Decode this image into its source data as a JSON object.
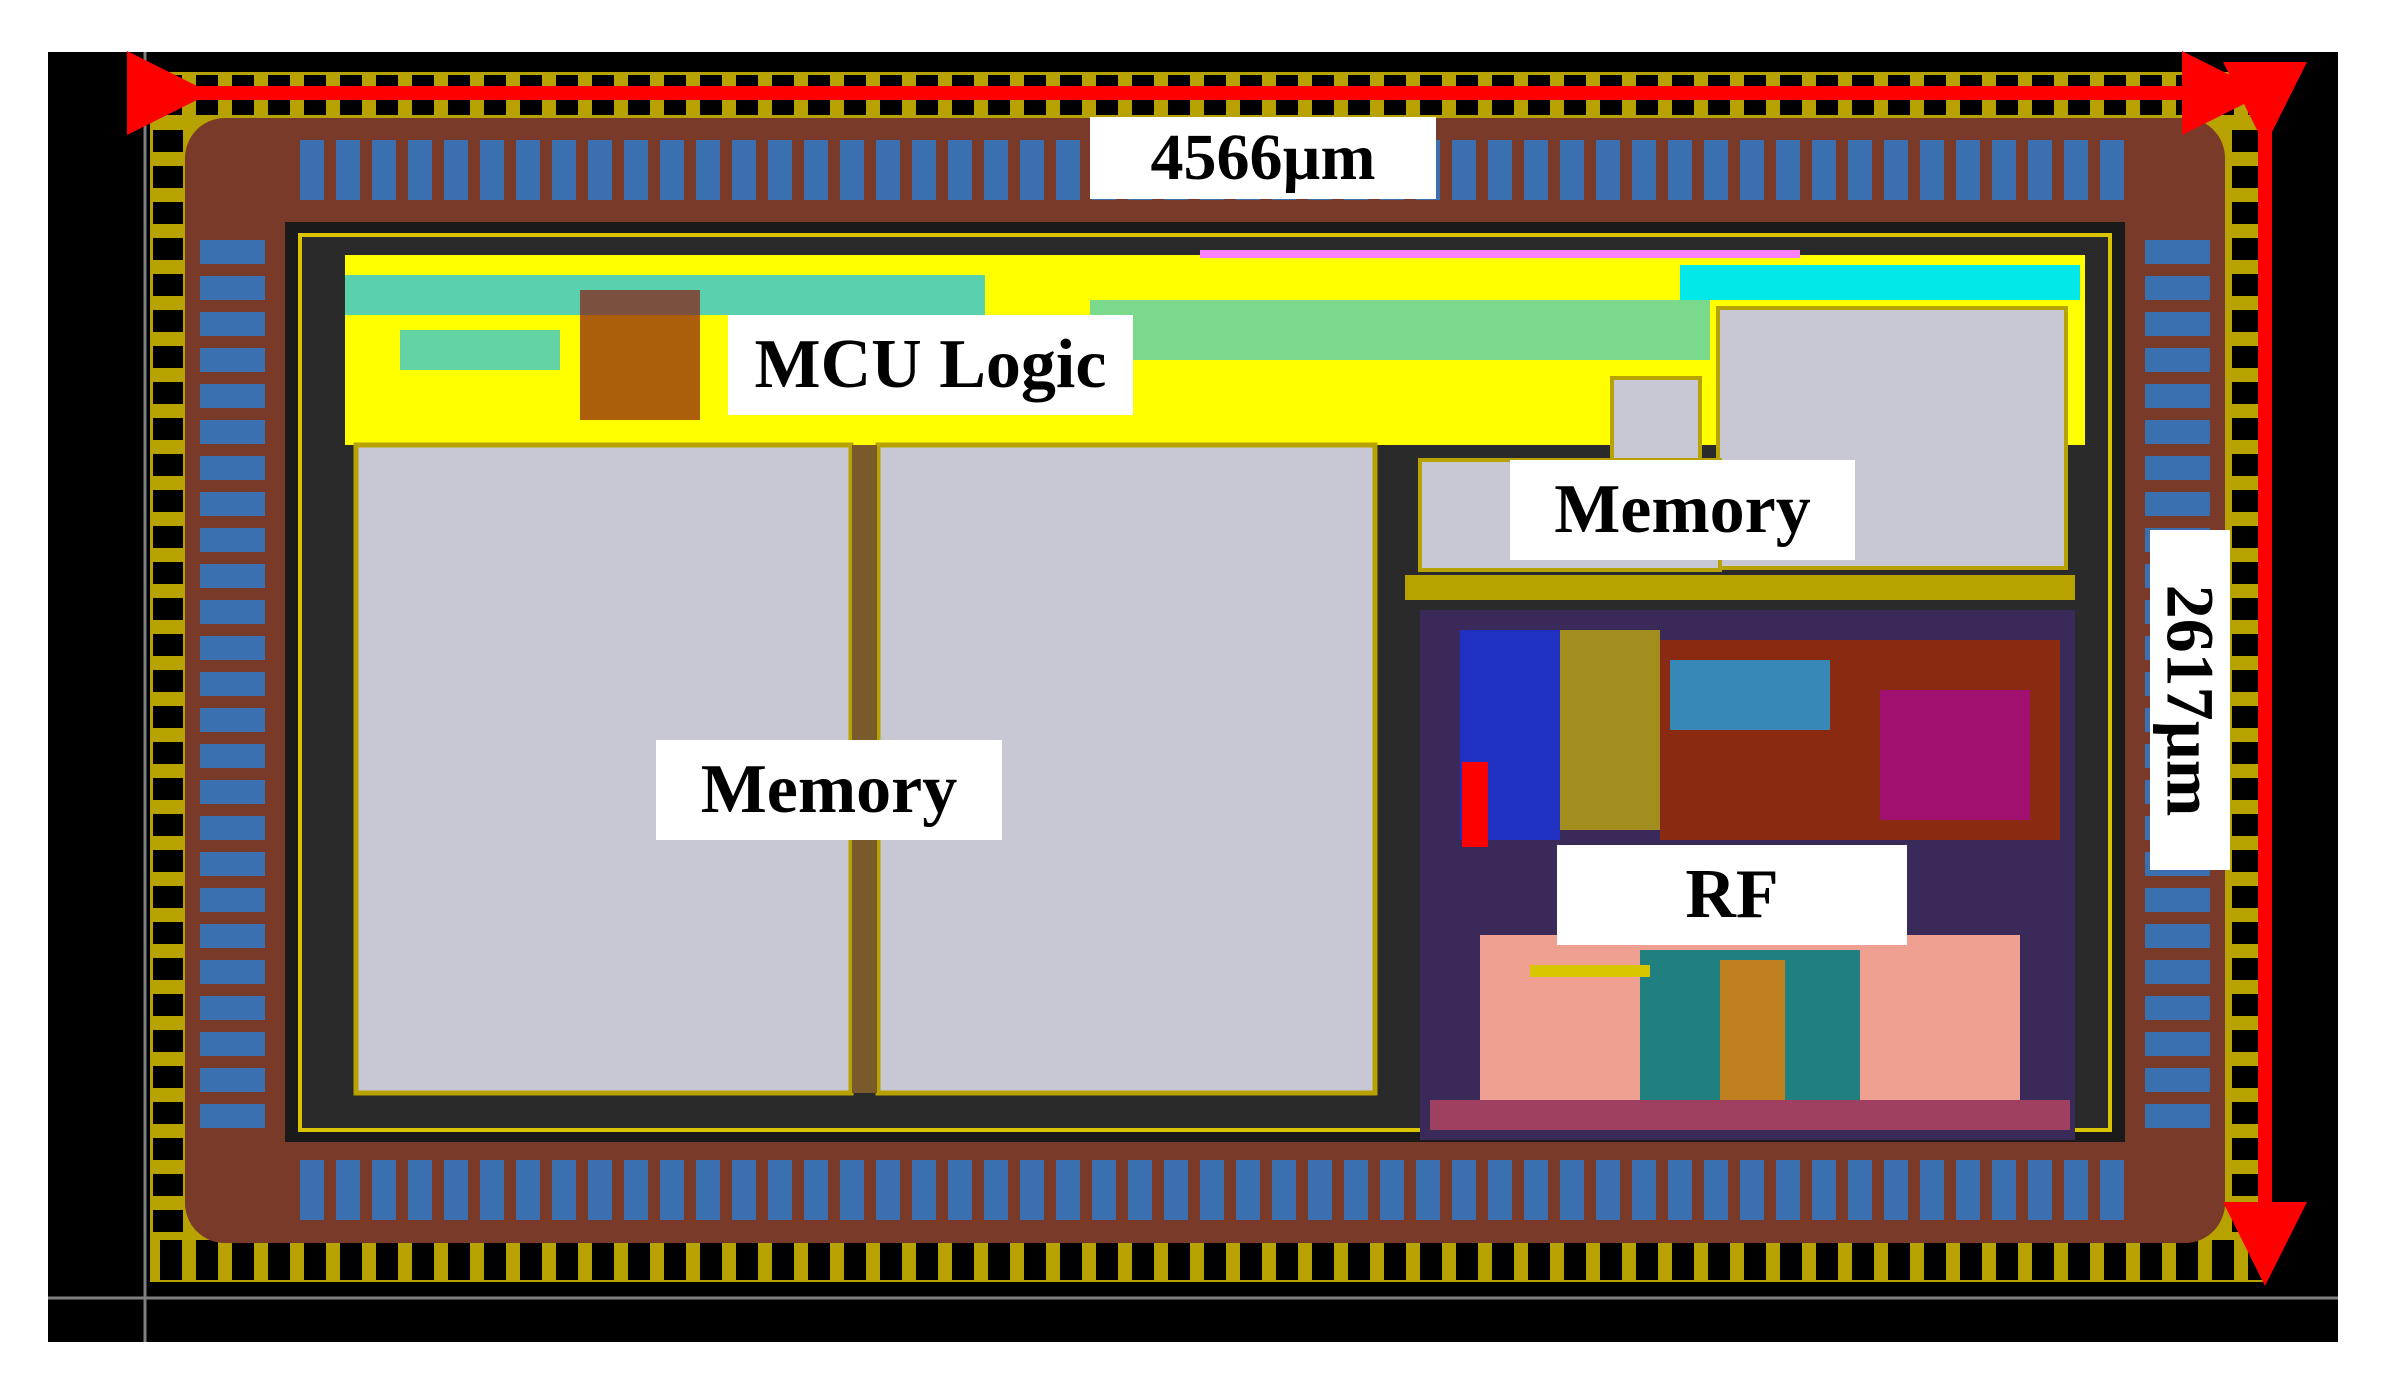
{
  "figure": {
    "dimensions": {
      "width_label": "4566µm",
      "height_label": "2617µm"
    },
    "blocks": {
      "mcu_logic": "MCU Logic",
      "memory_top": "Memory",
      "memory_main": "Memory",
      "rf": "RF"
    },
    "colors": {
      "outer_background": "#000000",
      "pad_ring": "#d9c400",
      "io_cells": "#3a6fb0",
      "logic_area": "#ffff00",
      "memory_macro": "#c8c8d4",
      "rf_area": "#f0a090",
      "dimension_arrows": "#ff0000"
    }
  }
}
